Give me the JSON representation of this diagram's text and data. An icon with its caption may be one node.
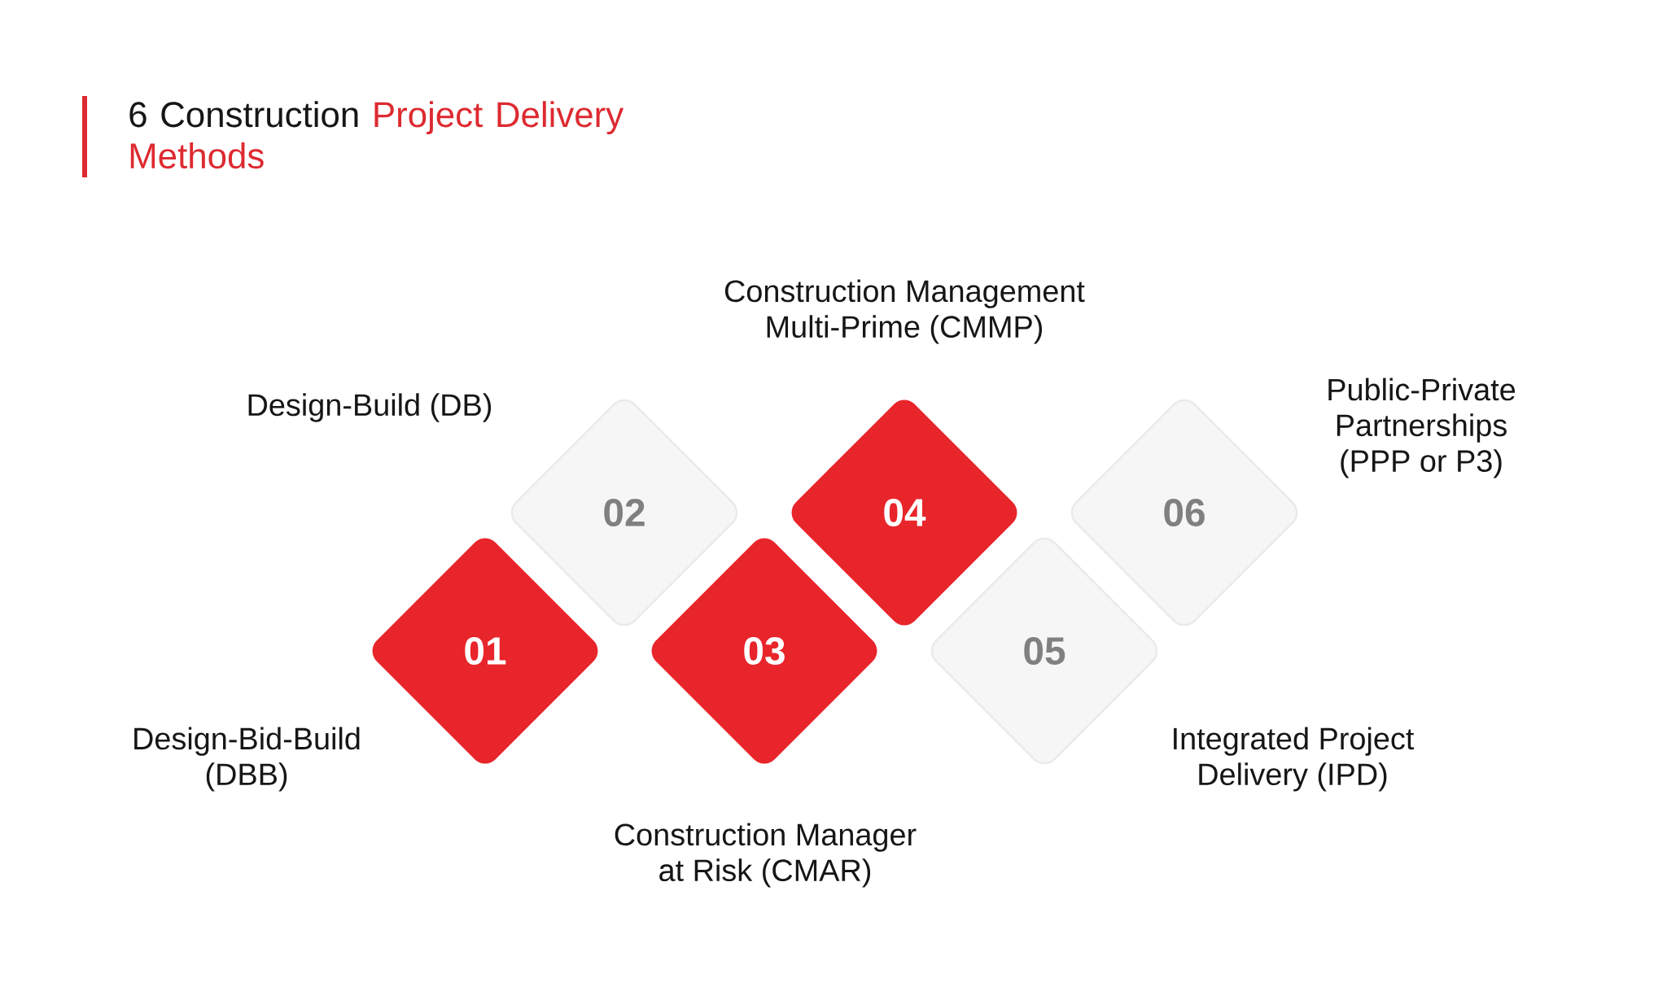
{
  "diagram": {
    "title": "6 Construction Project Delivery Methods",
    "nodes": [
      {
        "text": [
          "01"
        ],
        "beside": [
          "Design-Bid-Build (DBB)"
        ]
      },
      {
        "text": [
          "02"
        ],
        "beside": [
          "Design-Build (DB)"
        ]
      },
      {
        "text": [
          "03"
        ],
        "beside": [
          "Construction Manager at Risk (CMAR)"
        ]
      },
      {
        "text": [
          "04"
        ],
        "beside": [
          "Construction Management Multi-Prime (CMMP)"
        ]
      },
      {
        "text": [
          "05"
        ],
        "beside": [
          "Integrated Project Delivery (IPD)"
        ]
      },
      {
        "text": [
          "06"
        ],
        "beside": [
          "Public-Private Partnerships (PPP or P3)"
        ]
      }
    ]
  }
}
